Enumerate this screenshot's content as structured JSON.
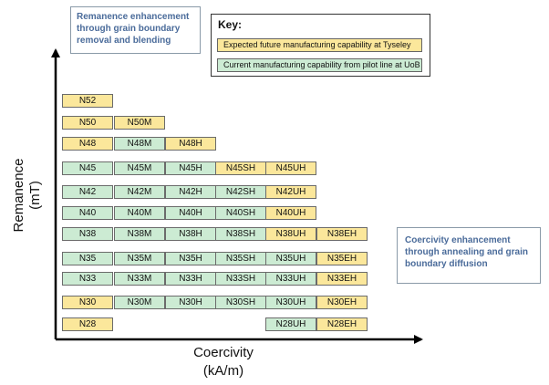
{
  "notes": {
    "top": "Remanence enhancement through grain boundary removal and blending",
    "right": "Coercivity enhancement through annealing and grain boundary diffusion"
  },
  "key": {
    "title": "Key:",
    "yellow_label": "Expected future manufacturing capability at Tyseley",
    "green_label": "Current manufacturing capability from pilot line at UoB",
    "colors": {
      "yellow": "#fbe79b",
      "green": "#ccebd3"
    }
  },
  "axes": {
    "y_label_line1": "Remanence",
    "y_label_line2": "(mT)",
    "x_label_line1": "Coercivity",
    "x_label_line2": "(kA/m)"
  },
  "grid": {
    "columns": [
      "",
      "M",
      "H",
      "SH",
      "UH",
      "EH"
    ],
    "rows": [
      {
        "grade": "N52",
        "cells": [
          {
            "label": "N52",
            "status": "yellow",
            "col": 0
          }
        ]
      },
      {
        "grade": "N50",
        "cells": [
          {
            "label": "N50",
            "status": "yellow",
            "col": 0
          },
          {
            "label": "N50M",
            "status": "yellow",
            "col": 1
          }
        ]
      },
      {
        "grade": "N48",
        "cells": [
          {
            "label": "N48",
            "status": "yellow",
            "col": 0
          },
          {
            "label": "N48M",
            "status": "green",
            "col": 1
          },
          {
            "label": "N48H",
            "status": "yellow",
            "col": 2
          }
        ]
      },
      {
        "grade": "N45",
        "cells": [
          {
            "label": "N45",
            "status": "green",
            "col": 0
          },
          {
            "label": "N45M",
            "status": "green",
            "col": 1
          },
          {
            "label": "N45H",
            "status": "green",
            "col": 2
          },
          {
            "label": "N45SH",
            "status": "yellow",
            "col": 3
          },
          {
            "label": "N45UH",
            "status": "yellow",
            "col": 4
          }
        ]
      },
      {
        "grade": "N42",
        "cells": [
          {
            "label": "N42",
            "status": "green",
            "col": 0
          },
          {
            "label": "N42M",
            "status": "green",
            "col": 1
          },
          {
            "label": "N42H",
            "status": "green",
            "col": 2
          },
          {
            "label": "N42SH",
            "status": "green",
            "col": 3
          },
          {
            "label": "N42UH",
            "status": "yellow",
            "col": 4
          }
        ]
      },
      {
        "grade": "N40",
        "cells": [
          {
            "label": "N40",
            "status": "green",
            "col": 0
          },
          {
            "label": "N40M",
            "status": "green",
            "col": 1
          },
          {
            "label": "N40H",
            "status": "green",
            "col": 2
          },
          {
            "label": "N40SH",
            "status": "green",
            "col": 3
          },
          {
            "label": "N40UH",
            "status": "yellow",
            "col": 4
          }
        ]
      },
      {
        "grade": "N38",
        "cells": [
          {
            "label": "N38",
            "status": "green",
            "col": 0
          },
          {
            "label": "N38M",
            "status": "green",
            "col": 1
          },
          {
            "label": "N38H",
            "status": "green",
            "col": 2
          },
          {
            "label": "N38SH",
            "status": "green",
            "col": 3
          },
          {
            "label": "N38UH",
            "status": "yellow",
            "col": 4
          },
          {
            "label": "N38EH",
            "status": "yellow",
            "col": 5
          }
        ]
      },
      {
        "grade": "N35",
        "cells": [
          {
            "label": "N35",
            "status": "green",
            "col": 0
          },
          {
            "label": "N35M",
            "status": "green",
            "col": 1
          },
          {
            "label": "N35H",
            "status": "green",
            "col": 2
          },
          {
            "label": "N35SH",
            "status": "green",
            "col": 3
          },
          {
            "label": "N35UH",
            "status": "green",
            "col": 4
          },
          {
            "label": "N35EH",
            "status": "yellow",
            "col": 5
          }
        ]
      },
      {
        "grade": "N33",
        "cells": [
          {
            "label": "N33",
            "status": "green",
            "col": 0
          },
          {
            "label": "N33M",
            "status": "green",
            "col": 1
          },
          {
            "label": "N33H",
            "status": "green",
            "col": 2
          },
          {
            "label": "N33SH",
            "status": "green",
            "col": 3
          },
          {
            "label": "N33UH",
            "status": "green",
            "col": 4
          },
          {
            "label": "N33EH",
            "status": "yellow",
            "col": 5
          }
        ]
      },
      {
        "grade": "N30",
        "cells": [
          {
            "label": "N30",
            "status": "yellow",
            "col": 0
          },
          {
            "label": "N30M",
            "status": "green",
            "col": 1
          },
          {
            "label": "N30H",
            "status": "green",
            "col": 2
          },
          {
            "label": "N30SH",
            "status": "green",
            "col": 3
          },
          {
            "label": "N30UH",
            "status": "green",
            "col": 4
          },
          {
            "label": "N30EH",
            "status": "yellow",
            "col": 5
          }
        ]
      },
      {
        "grade": "N28",
        "cells": [
          {
            "label": "N28",
            "status": "yellow",
            "col": 0
          },
          {
            "label": "N28UH",
            "status": "green",
            "col": 4
          },
          {
            "label": "N28EH",
            "status": "yellow",
            "col": 5
          }
        ]
      }
    ]
  }
}
